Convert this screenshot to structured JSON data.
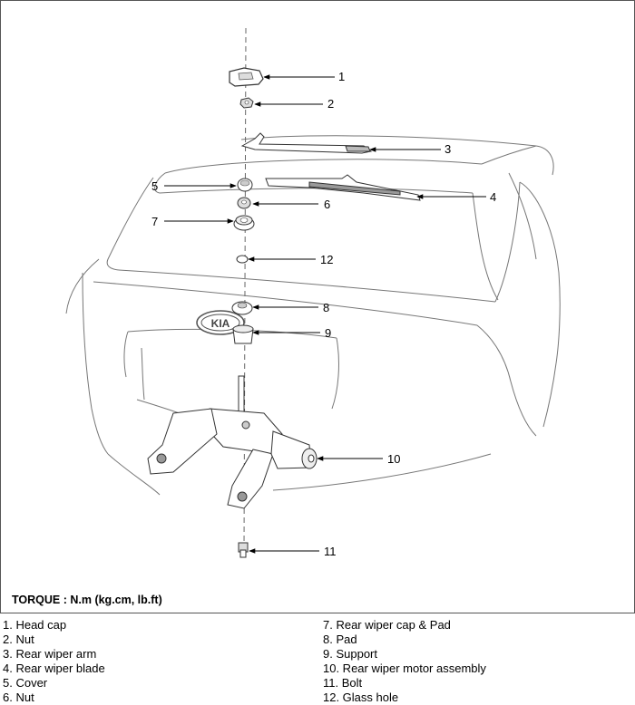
{
  "torque_label": "TORQUE : N.m (kg.cm, lb.ft)",
  "callouts": [
    "1",
    "2",
    "3",
    "4",
    "5",
    "6",
    "7",
    "8",
    "9",
    "10",
    "11",
    "12"
  ],
  "legend": {
    "left": [
      "1. Head cap",
      "2. Nut",
      "3. Rear wiper arm",
      "4. Rear wiper blade",
      "5. Cover",
      "6. Nut"
    ],
    "right": [
      "7. Rear wiper cap & Pad",
      "8. Pad",
      "9. Support",
      "10. Rear wiper motor assembly",
      "11. Bolt",
      "12. Glass hole"
    ]
  },
  "logo_text": "KIA"
}
